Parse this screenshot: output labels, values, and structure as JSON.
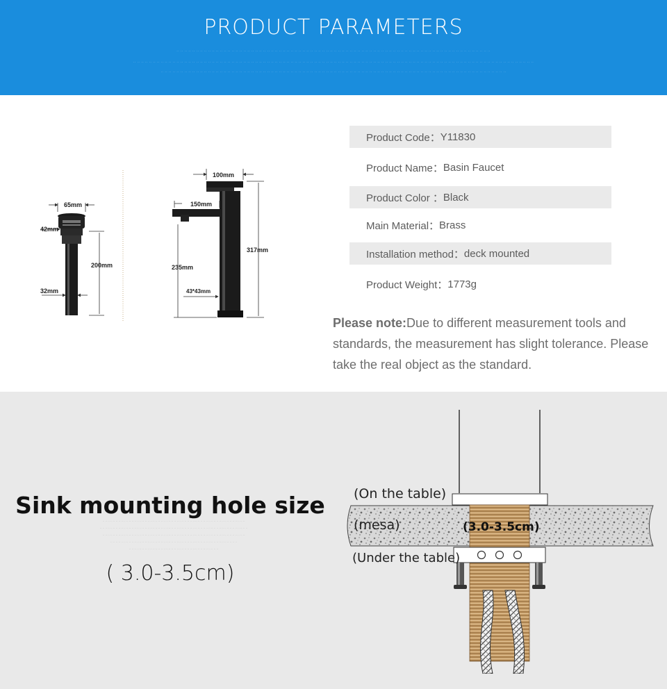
{
  "header": {
    "title": "PRODUCT PARAMETERS",
    "color": "#1a8ddd"
  },
  "drawing": {
    "drain": {
      "top_width": "65mm",
      "cap_height": "42mm",
      "height": "200mm",
      "pipe_width": "32mm"
    },
    "faucet": {
      "top_width": "100mm",
      "spout_length": "150mm",
      "spout_height": "235mm",
      "total_height": "317mm",
      "base_size": "43*43mm"
    }
  },
  "params": [
    {
      "label": "Product Code：",
      "value": "Y11830"
    },
    {
      "label": "Product Name：",
      "value": "Basin Faucet"
    },
    {
      "label": "Product Color ：",
      "value": "Black"
    },
    {
      "label": "Main Material：",
      "value": "Brass"
    },
    {
      "label": "Installation method：",
      "value": "deck mounted"
    },
    {
      "label": "Product Weight：",
      "value": "1773g"
    }
  ],
  "note": {
    "lead": "Please note:",
    "text": "Due to different measurement tools and standards, the measurement has slight tolerance. Please take the real object as the standard."
  },
  "mounting": {
    "title": "Sink mounting hole size",
    "size": "( 3.0-3.5cm)",
    "on_table": "(On the table)",
    "mesa": "(mesa)",
    "hole": "(3.0-3.5cm)",
    "under_table": "(Under the table)"
  }
}
